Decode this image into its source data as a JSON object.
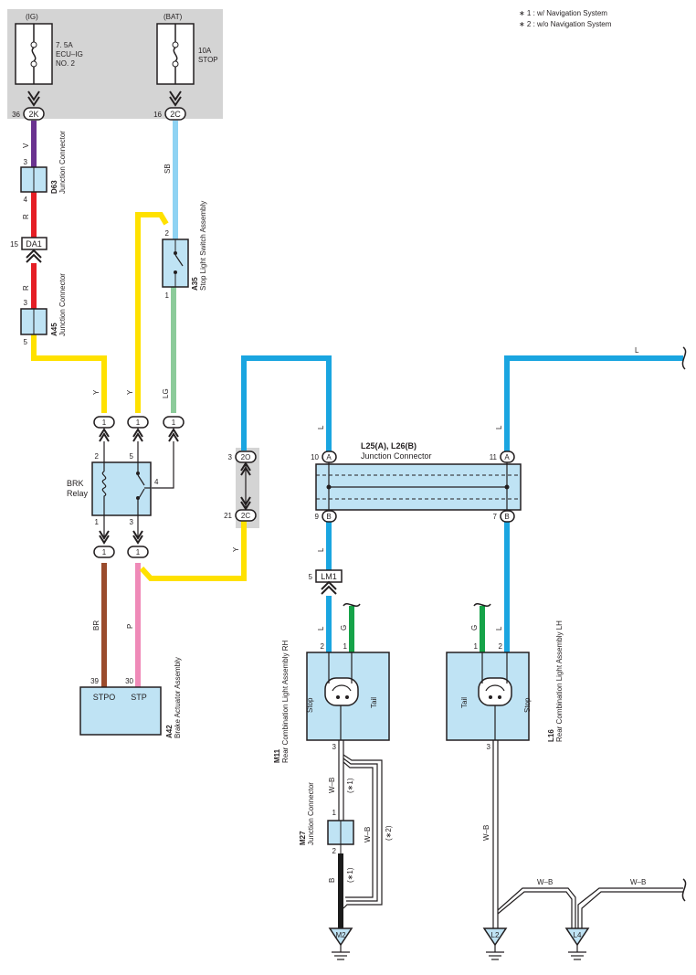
{
  "notes": {
    "n1": "∗ 1 : w/ Navigation System",
    "n2": "∗ 2 : w/o Navigation System"
  },
  "sources": {
    "ig": "(IG)",
    "bat": "(BAT)"
  },
  "fuses": {
    "ecu_amp": "7. 5A",
    "ecu_name": "ECU–IG",
    "ecu_no": "NO. 2",
    "stop_amp": "10A",
    "stop_name": "STOP"
  },
  "connectors": {
    "c2k": "2K",
    "c2k_pin": "36",
    "c2c_top": "2C",
    "c2c_top_pin": "16",
    "da1": "DA1",
    "da1_pin": "15",
    "c2o": "2O",
    "c2o_pin": "3",
    "c2c_mid": "2C",
    "c2c_mid_pin": "21",
    "lm1": "LM1",
    "lm1_pin": "5",
    "one": "1",
    "a": "A",
    "b": "B",
    "a10": "10",
    "b9": "9",
    "a11": "11",
    "b7": "7"
  },
  "components": {
    "d63_code": "D63",
    "d63_name": "Junction Connector",
    "a45_code": "A45",
    "a45_name": "Junction Connector",
    "a35_code": "A35",
    "a35_name": "Stop Light Switch Assembly",
    "brk1": "BRK",
    "brk2": "Relay",
    "a42_code": "A42",
    "a42_name": "Brake Actuator Assembly",
    "stpo": "STPO",
    "stp": "STP",
    "l25_title": "L25(A), L26(B)",
    "l25_sub": "Junction Connector",
    "m11_code": "M11",
    "m11_name": "Rear Combination Light Assembly RH",
    "l16_code": "L16",
    "l16_name": "Rear Combination Light Assembly LH",
    "m27_code": "M27",
    "m27_name": "Junction Connector",
    "stop": "Stop",
    "tail": "Tail"
  },
  "grounds": {
    "m2": "M2",
    "l2": "L2",
    "l4": "L4"
  },
  "wires": {
    "v": "V",
    "r": "R",
    "y": "Y",
    "sb": "SB",
    "lg": "LG",
    "l": "L",
    "br": "BR",
    "p": "P",
    "g": "G",
    "wb": "W–B",
    "b": "B",
    "star1": "(∗1)",
    "star2": "(∗2)"
  },
  "pins": {
    "p3": "3",
    "p4": "4",
    "p5": "5",
    "p2": "2",
    "p1": "1",
    "p39": "39",
    "p30": "30"
  },
  "colors": {
    "violet": "#6a3390",
    "red": "#e51e25",
    "yellow": "#ffe100",
    "sky": "#8fd3f3",
    "lg": "#8ccb9a",
    "blue": "#1aa5e0",
    "brown": "#9a4b2c",
    "pink": "#ef8ab8",
    "green": "#16a349",
    "black": "#1b1b1b",
    "box": "#bfe3f4",
    "panel": "#d4d4d4"
  }
}
